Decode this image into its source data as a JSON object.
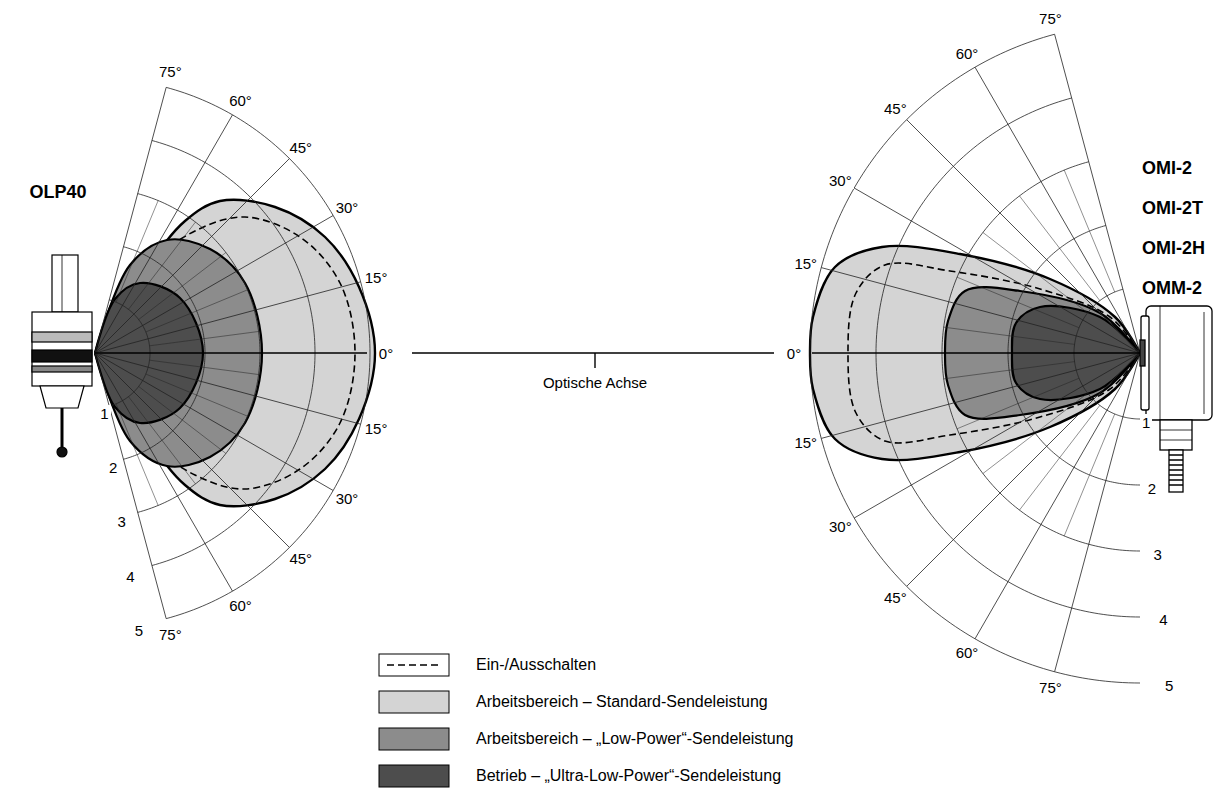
{
  "diagram": {
    "labels": [
      "OLP40",
      "75°",
      "60°",
      "45°",
      "30°",
      "15°",
      "0°",
      "15°",
      "30°",
      "45°",
      "60°",
      "75°",
      "1",
      "2",
      "3",
      "4",
      "5",
      "Optische Achse",
      "75°",
      "60°",
      "45°",
      "30°",
      "15°",
      "0°",
      "15°",
      "30°",
      "45°",
      "60°",
      "75°",
      "1",
      "2",
      "3",
      "4",
      "5",
      "OMI-2",
      "OMI-2T",
      "OMI-2H",
      "OMM-2"
    ],
    "legend": [
      {
        "text": "Ein-/Ausschalten"
      },
      {
        "text": "Arbeitsbereich – Standard-Sendeleistung",
        "color": "#d4d4d4"
      },
      {
        "text": "Arbeitsbereich – „Low-Power“-Sendeleistung",
        "color": "#8c8c8c"
      },
      {
        "text": "Betrieb – „Ultra-Low-Power“-Sendeleistung",
        "color": "#4d4d4d"
      }
    ]
  }
}
